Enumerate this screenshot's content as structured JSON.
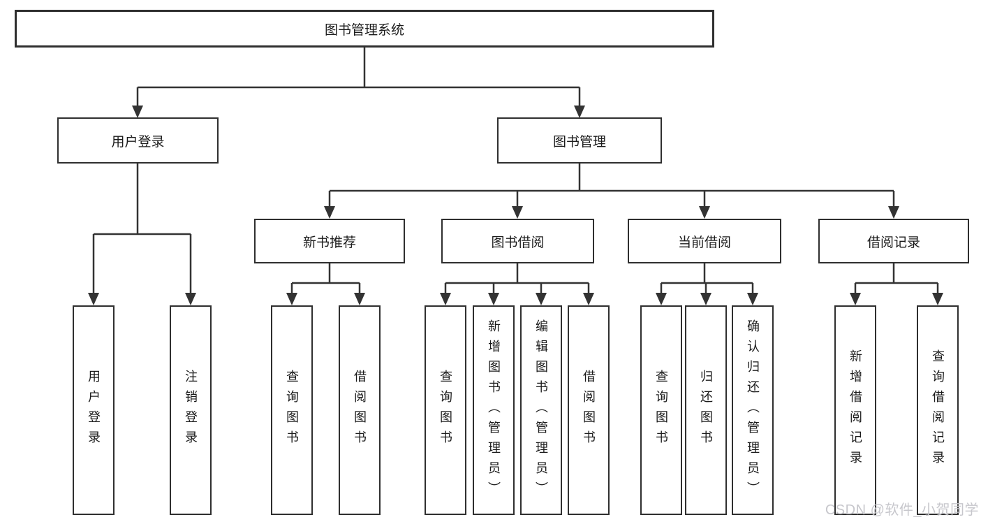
{
  "diagram": {
    "nodes": {
      "root": "图书管理系统",
      "user_login": "用户登录",
      "book_mgmt": "图书管理",
      "l2": [
        "新书推荐",
        "图书借阅",
        "当前借阅",
        "借阅记录"
      ],
      "leaves": {
        "user_login": [
          "用户登录",
          "注销登录"
        ],
        "new_books": [
          "查询图书",
          "借阅图书"
        ],
        "book_borrow": [
          "查询图书",
          "新增图书（管理员）",
          "编辑图书（管理员）",
          "借阅图书"
        ],
        "current_borrow": [
          "查询图书",
          "归还图书",
          "确认归还（管理员）"
        ],
        "borrow_records": [
          "新增借阅记录",
          "查询借阅记录"
        ]
      }
    },
    "colors": {
      "line": "#333333",
      "box_border": "#2f2f2f",
      "box_background": "#ffffff",
      "text": "#1b1b1b",
      "watermark_text_color": "#c7c7cc",
      "background": "#ffffff"
    }
  },
  "watermark": {
    "text": "CSDN @软件_小贺同学"
  }
}
